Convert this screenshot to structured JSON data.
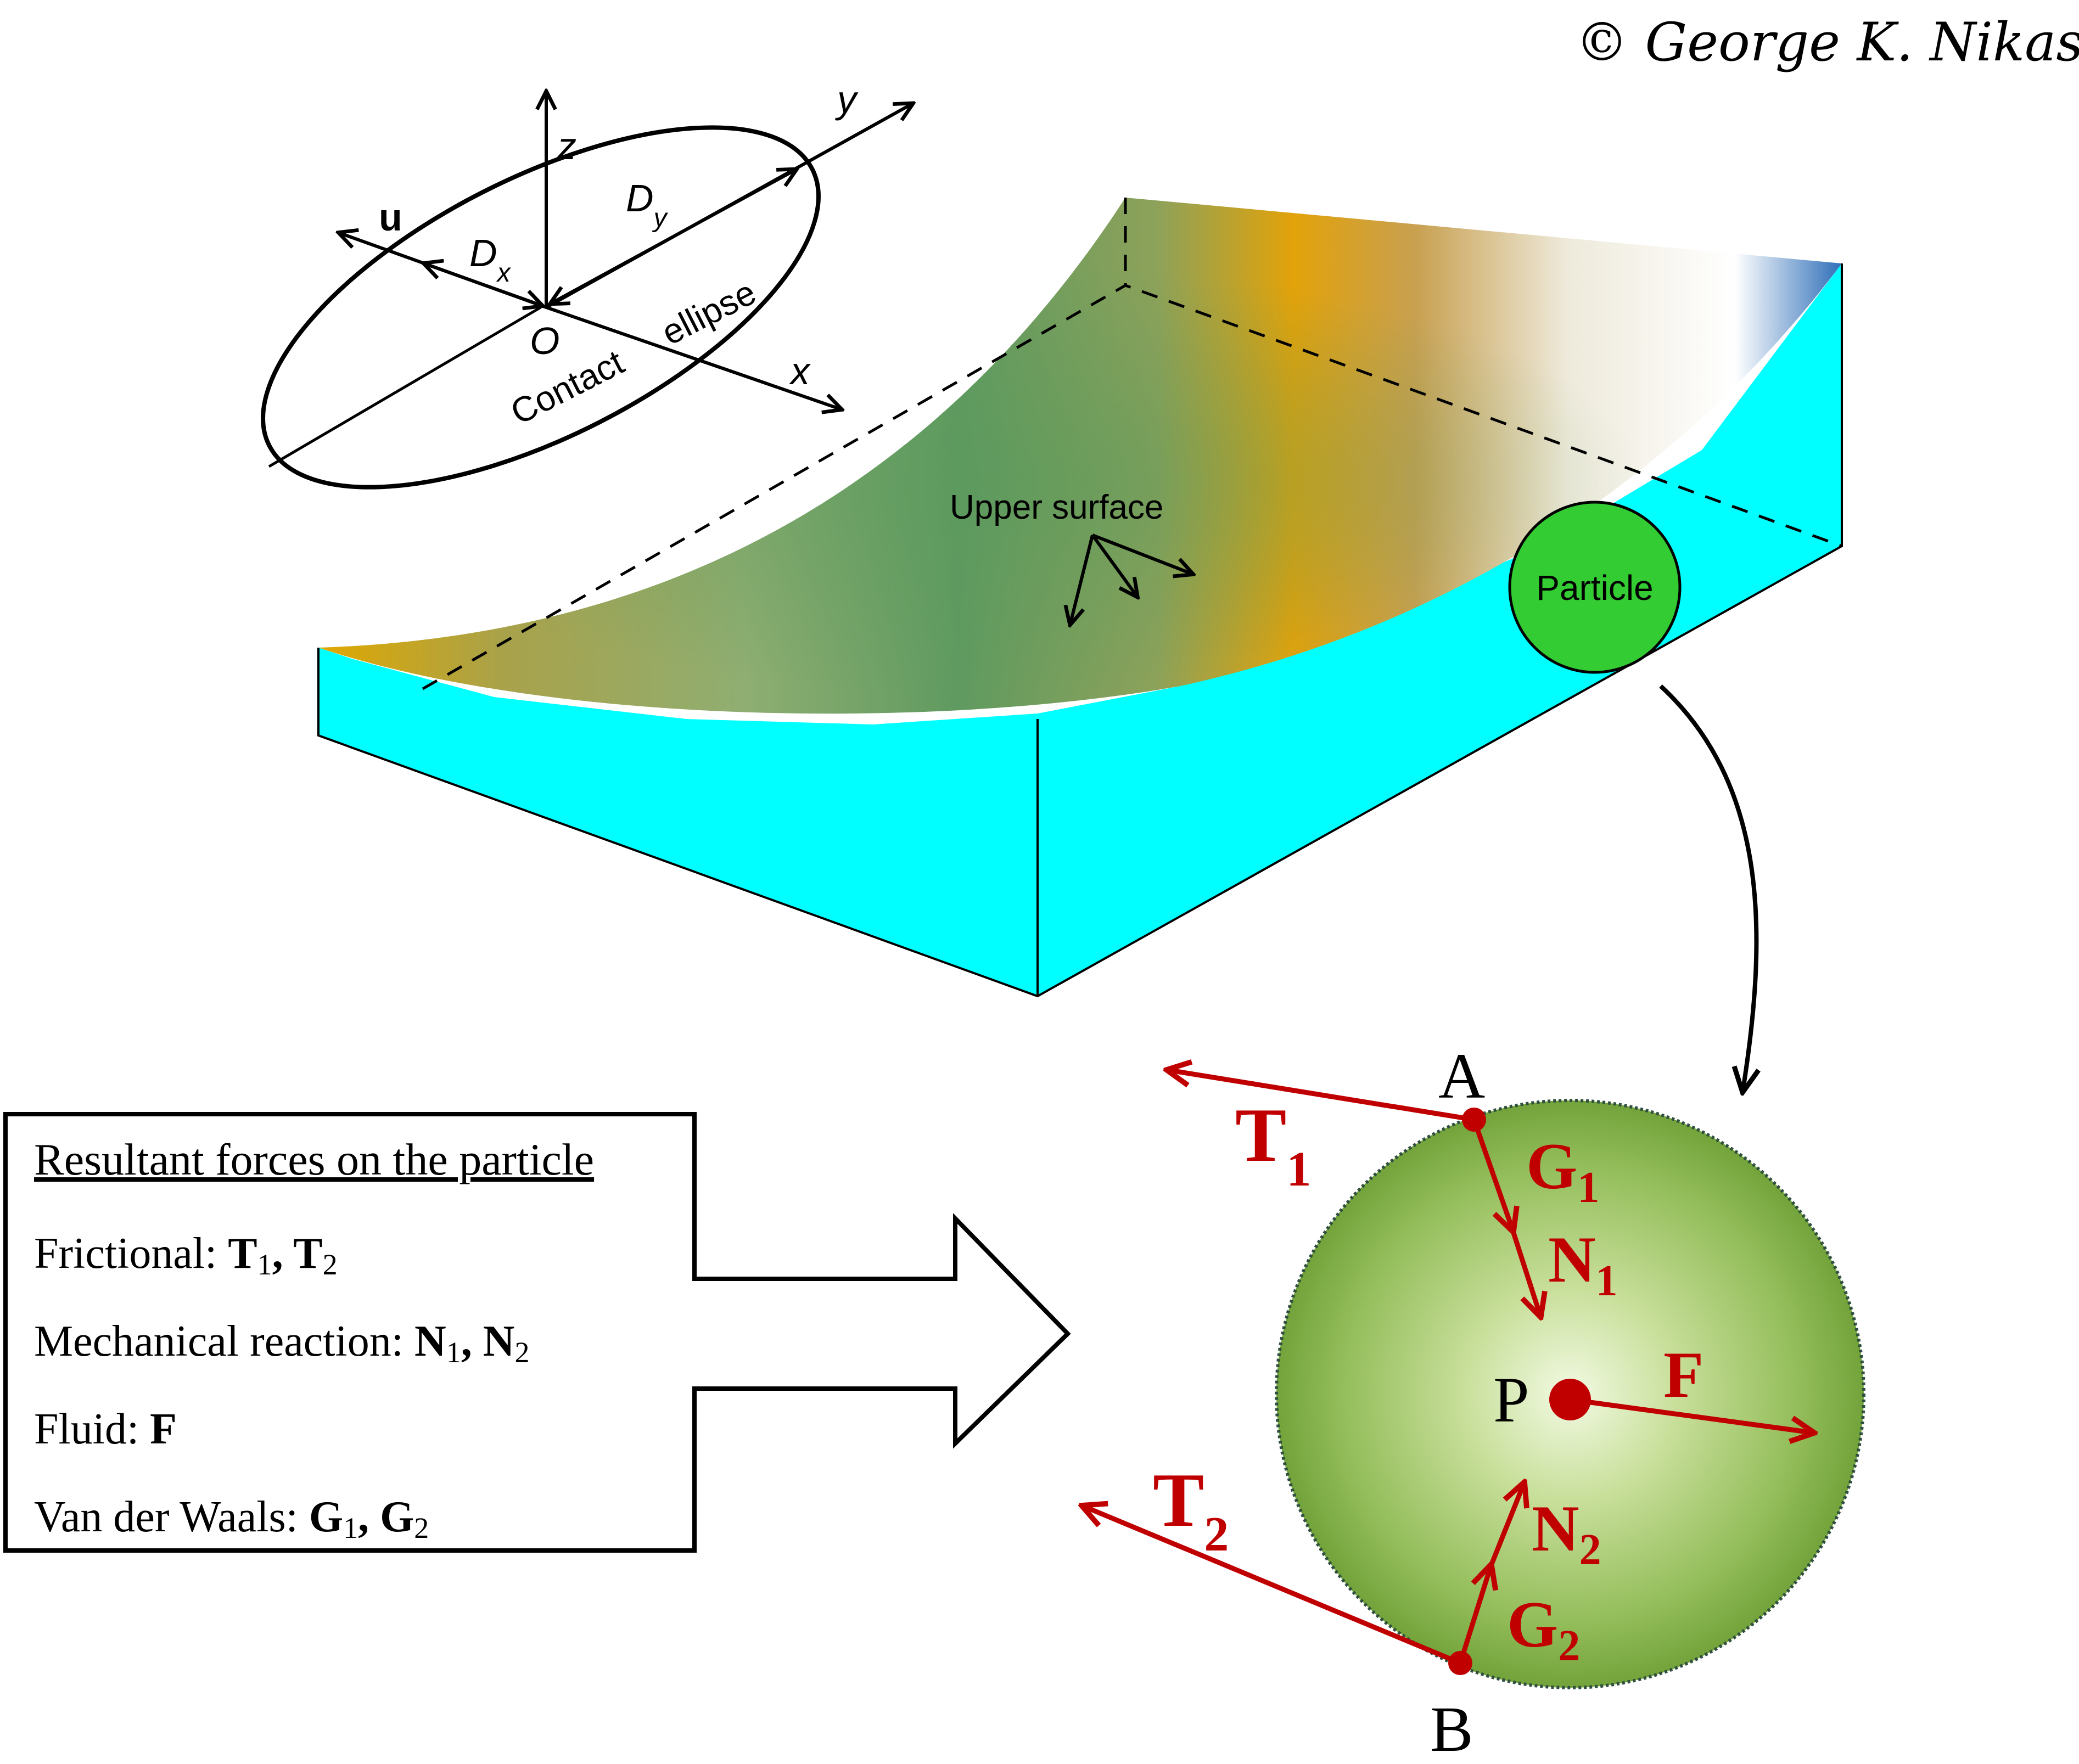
{
  "copyright": "© George K. Nikas",
  "axes": {
    "z": "z",
    "y": "y",
    "x": "x",
    "u": "u",
    "origin": "O",
    "dx_main": "D",
    "dx_sub": "x",
    "dy_main": "D",
    "dy_sub": "y",
    "ellipse_word1": "Contact",
    "ellipse_word2": "ellipse"
  },
  "labels": {
    "upper_surface": "Upper surface",
    "particle": "Particle"
  },
  "legend": {
    "title": "Resultant forces on the particle",
    "rows": [
      {
        "label": "Frictional: ",
        "a": "T",
        "a_sub": "1",
        "sep": ", ",
        "b": "T",
        "b_sub": "2"
      },
      {
        "label": "Mechanical reaction: ",
        "a": "N",
        "a_sub": "1",
        "sep": ", ",
        "b": "N",
        "b_sub": "2"
      },
      {
        "label": "Fluid: ",
        "a": "F",
        "a_sub": "",
        "sep": "",
        "b": "",
        "b_sub": ""
      },
      {
        "label": "Van der Waals: ",
        "a": "G",
        "a_sub": "1",
        "sep": ", ",
        "b": "G",
        "b_sub": "2"
      }
    ]
  },
  "forces": {
    "point_a": "A",
    "point_b": "B",
    "point_p": "P",
    "t1": "T",
    "t1_sub": "1",
    "t2": "T",
    "t2_sub": "2",
    "g1": "G",
    "g1_sub": "1",
    "g2": "G",
    "g2_sub": "2",
    "n1": "N",
    "n1_sub": "1",
    "n2": "N",
    "n2_sub": "2",
    "f": "F"
  },
  "colors": {
    "force_red": "#c00000",
    "fluid_cyan": "#00ffff",
    "particle_green": "#33cc33",
    "sphere_green": "#7aa832"
  }
}
